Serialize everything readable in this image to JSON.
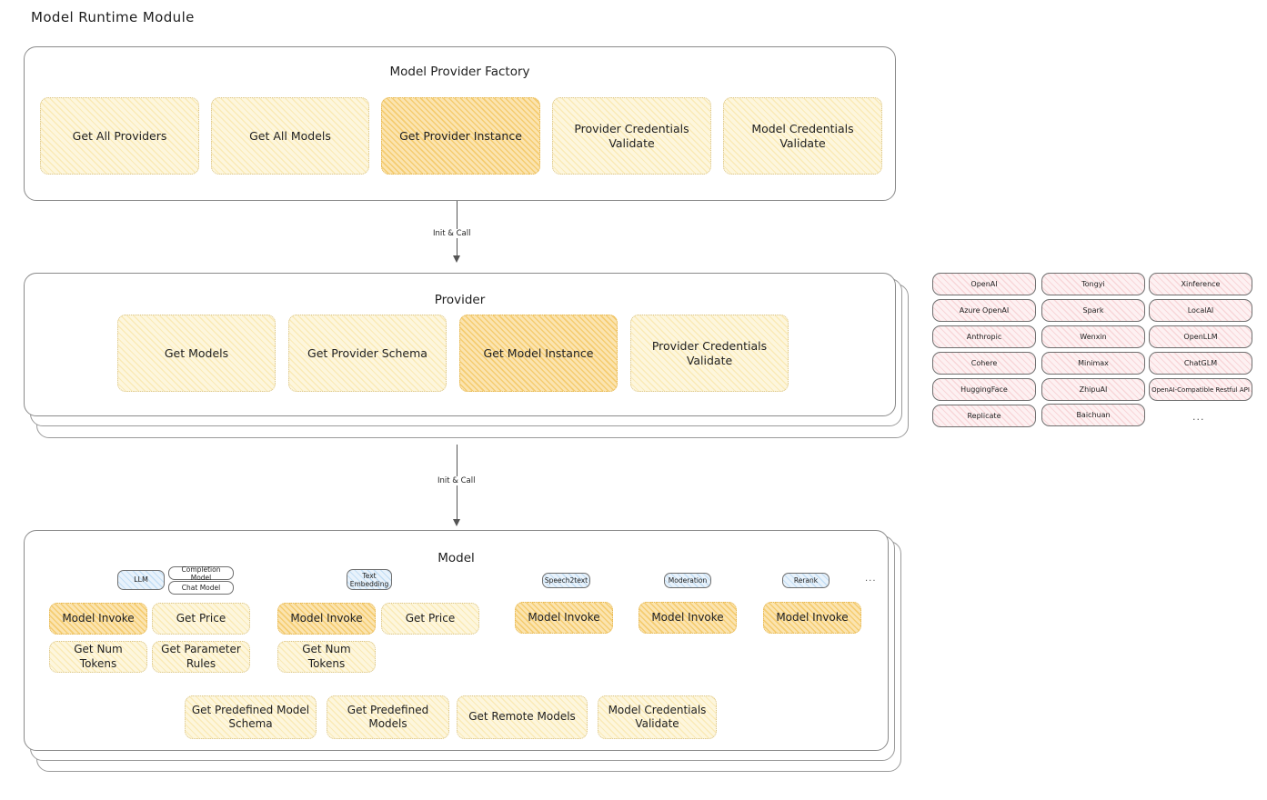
{
  "page": {
    "title": "Model Runtime Module"
  },
  "factory": {
    "title": "Model Provider Factory",
    "boxes": [
      {
        "label": "Get All Providers",
        "highlight": false
      },
      {
        "label": "Get All Models",
        "highlight": false
      },
      {
        "label": "Get Provider Instance",
        "highlight": true
      },
      {
        "label": "Provider Credentials Validate",
        "highlight": false
      },
      {
        "label": "Model Credentials Validate",
        "highlight": false
      }
    ]
  },
  "arrows": [
    {
      "label": "Init & Call"
    },
    {
      "label": "Init & Call"
    }
  ],
  "provider": {
    "title": "Provider",
    "boxes": [
      {
        "label": "Get Models",
        "highlight": false
      },
      {
        "label": "Get Provider Schema",
        "highlight": false
      },
      {
        "label": "Get Model Instance",
        "highlight": true
      },
      {
        "label": "Provider Credentials Validate",
        "highlight": false
      }
    ]
  },
  "provider_list": {
    "columns": [
      {
        "items": [
          "OpenAI",
          "Azure OpenAI",
          "Anthropic",
          "Cohere",
          "HuggingFace",
          "Replicate"
        ]
      },
      {
        "items": [
          "Tongyi",
          "Spark",
          "Wenxin",
          "Minimax",
          "ZhipuAI",
          "Baichuan"
        ]
      },
      {
        "items": [
          "Xinference",
          "LocalAI",
          "OpenLLM",
          "ChatGLM",
          "OpenAI-Compatible Restful API"
        ]
      }
    ],
    "more": "..."
  },
  "model": {
    "title": "Model",
    "more": "...",
    "types": [
      {
        "tag": "LLM",
        "tag_style": "blue",
        "subtags": [
          "Completion Model",
          "Chat Model"
        ],
        "methods": [
          {
            "label": "Model Invoke",
            "highlight": true
          },
          {
            "label": "Get Price",
            "highlight": false
          },
          {
            "label": "Get Num Tokens",
            "highlight": false
          },
          {
            "label": "Get Parameter Rules",
            "highlight": false
          }
        ]
      },
      {
        "tag": "Text\nEmbedding",
        "tag_style": "blue",
        "subtags": [],
        "methods": [
          {
            "label": "Model Invoke",
            "highlight": true
          },
          {
            "label": "Get Price",
            "highlight": false
          },
          {
            "label": "Get Num Tokens",
            "highlight": false
          }
        ]
      },
      {
        "tag": "Speech2text",
        "tag_style": "blue",
        "subtags": [],
        "methods": [
          {
            "label": "Model Invoke",
            "highlight": true
          }
        ]
      },
      {
        "tag": "Moderation",
        "tag_style": "blue",
        "subtags": [],
        "methods": [
          {
            "label": "Model Invoke",
            "highlight": true
          }
        ]
      },
      {
        "tag": "Rerank",
        "tag_style": "blue",
        "subtags": [],
        "methods": [
          {
            "label": "Model Invoke",
            "highlight": true
          }
        ]
      }
    ],
    "common": [
      {
        "label": "Get Predefined Model Schema"
      },
      {
        "label": "Get Predefined Models"
      },
      {
        "label": "Get Remote Models"
      },
      {
        "label": "Model Credentials Validate"
      }
    ]
  },
  "colors": {
    "fill_yellow": "#fdf6dd",
    "fill_yellow_strong": "#fbe4b0",
    "fill_pink": "#fdf1f2",
    "fill_blue": "#e8f2fb",
    "stroke": "#6f6f6f"
  }
}
